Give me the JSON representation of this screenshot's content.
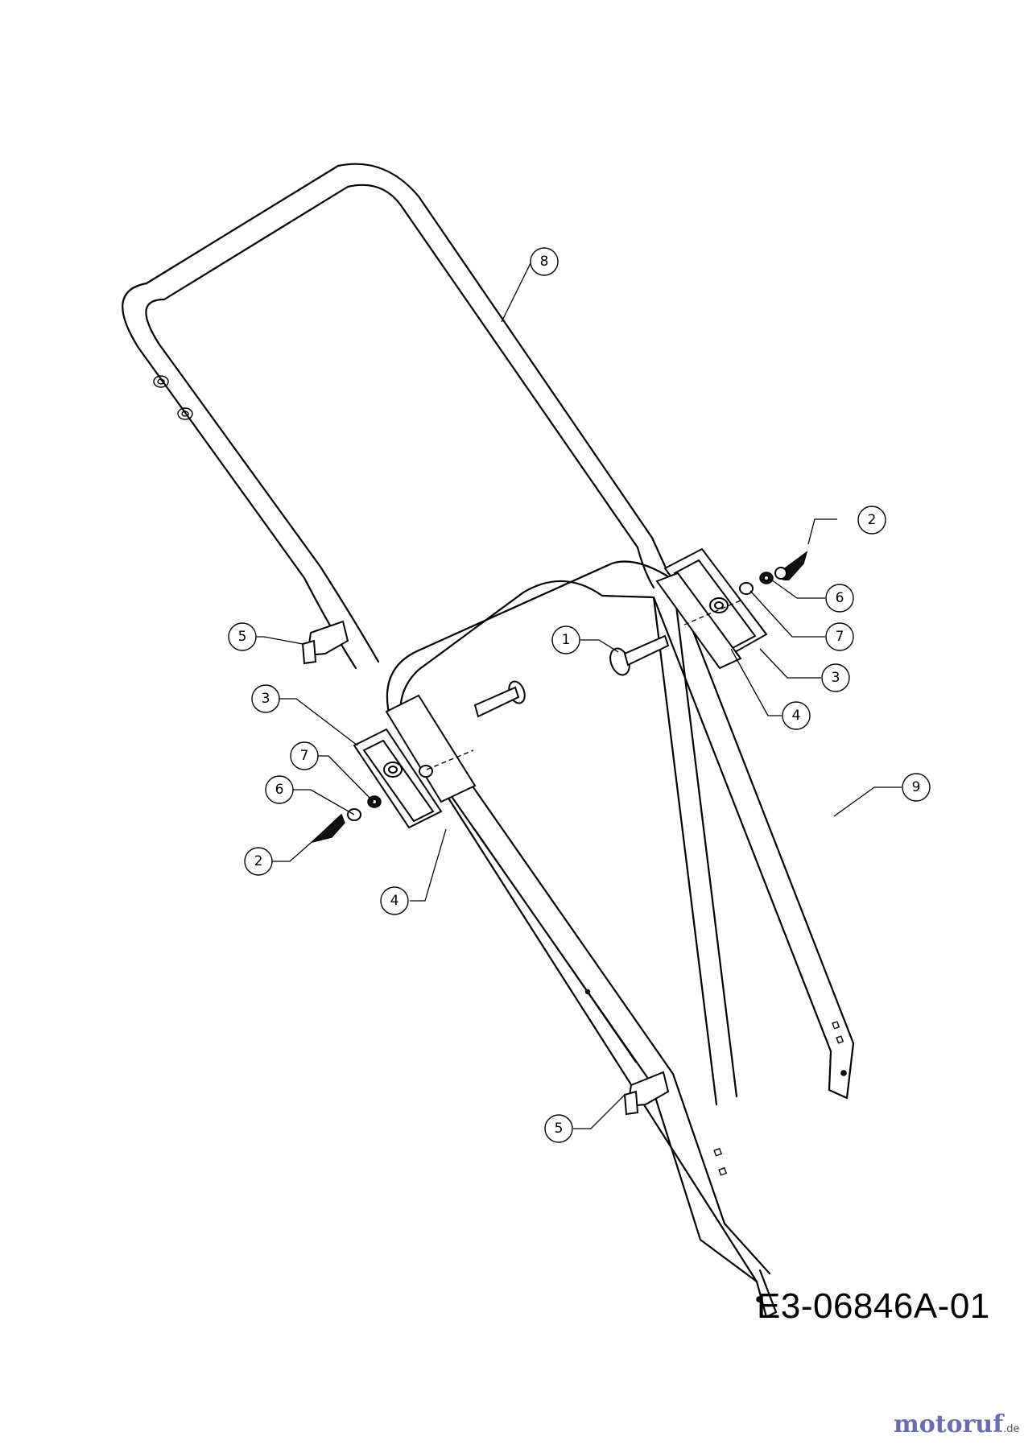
{
  "drawing_code": "E3-06846A-01",
  "watermark": {
    "brand": "motoruf",
    "suffix": ".de"
  },
  "callouts": [
    {
      "label": "8"
    },
    {
      "label": "2"
    },
    {
      "label": "6"
    },
    {
      "label": "7"
    },
    {
      "label": "1"
    },
    {
      "label": "3"
    },
    {
      "label": "4"
    },
    {
      "label": "5"
    },
    {
      "label": "3"
    },
    {
      "label": "7"
    },
    {
      "label": "6"
    },
    {
      "label": "2"
    },
    {
      "label": "4"
    },
    {
      "label": "9"
    },
    {
      "label": "5"
    }
  ]
}
